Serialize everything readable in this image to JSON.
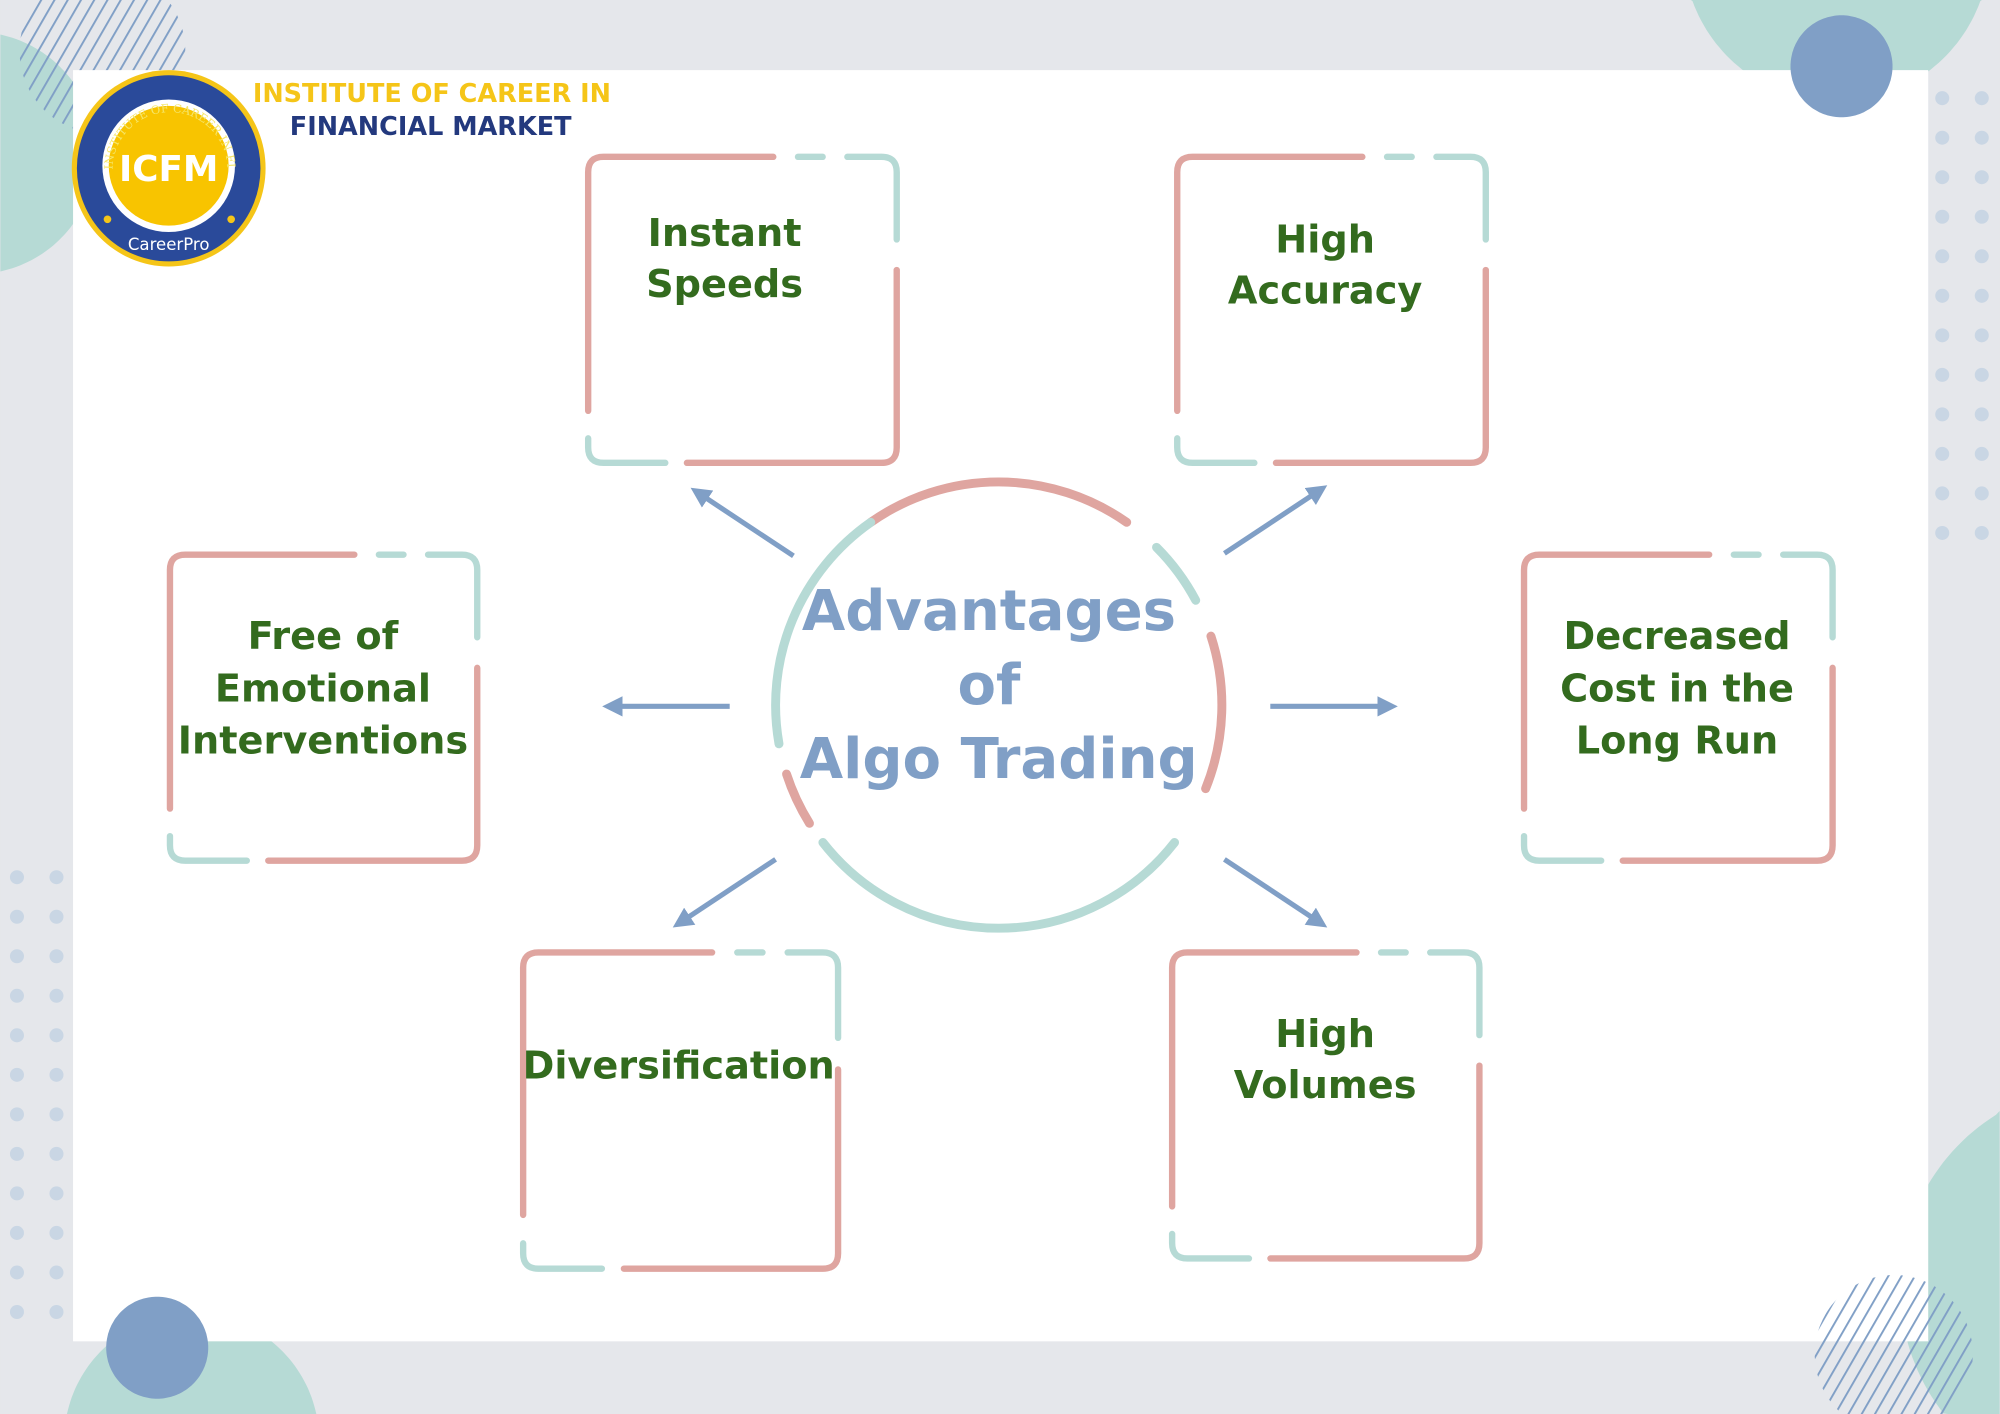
{
  "brand": {
    "line1": "INSTITUTE OF CAREER IN",
    "line2": "FINANCIAL MARKET",
    "logo_text": "ICFM",
    "logo_ring_text": "INSTITUTE OF CAREER IN FINANCIAL MARKET",
    "logo_sub": "CareerPro"
  },
  "center": {
    "lines": [
      "Advantages",
      "of",
      "Algo Trading"
    ]
  },
  "boxes": [
    {
      "id": "instant-speeds",
      "lines": [
        "Instant",
        "Speeds"
      ]
    },
    {
      "id": "high-accuracy",
      "lines": [
        "High",
        "Accuracy"
      ]
    },
    {
      "id": "free-of-emotional-interventions",
      "lines": [
        "Free of",
        "Emotional",
        "Interventions"
      ]
    },
    {
      "id": "decreased-cost",
      "lines": [
        "Decreased",
        "Cost in the",
        "Long Run"
      ]
    },
    {
      "id": "diversification",
      "lines": [
        "Diversification"
      ]
    },
    {
      "id": "high-volumes",
      "lines": [
        "High",
        "Volumes"
      ]
    }
  ],
  "colors": {
    "pink": "#dfa5a0",
    "teal": "#b6dad5",
    "blue": "#809fc6",
    "green": "#336b1e",
    "gold": "#f5c518",
    "navy": "#23397e"
  }
}
